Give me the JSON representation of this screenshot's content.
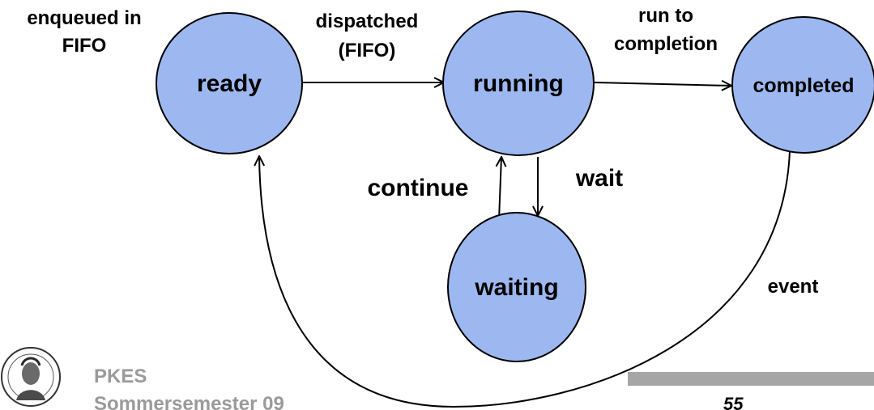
{
  "states": {
    "ready": "ready",
    "running": "running",
    "completed": "completed",
    "waiting": "waiting"
  },
  "transitions": {
    "enqueued_line1": "enqueued in",
    "enqueued_line2": "FIFO",
    "dispatched_line1": "dispatched",
    "dispatched_line2": "(FIFO)",
    "run_line1": "run to",
    "run_line2": "completion",
    "continue": "continue",
    "wait": "wait",
    "event": "event"
  },
  "footer": {
    "course": "PKES",
    "semester": "Sommersemester 09",
    "page_number": "55"
  },
  "colors": {
    "state_fill": "#9db8f0",
    "footer_text": "#9a9a9a",
    "footer_bar": "#a6a6a6"
  },
  "icons": {
    "logo": "university-seal-icon"
  }
}
